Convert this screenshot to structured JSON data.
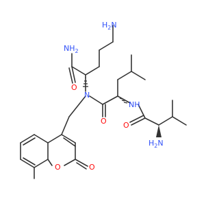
{
  "colors": {
    "bond": "#333333",
    "nitrogen": "#3050F8",
    "oxygen": "#FF0D0D",
    "background": "#FFFFFF"
  },
  "labels": {
    "amine_top": {
      "main": "H",
      "sub": "2",
      "tail": "N"
    },
    "amide_nh2": {
      "main": "NH",
      "sub": "2"
    },
    "o_amide": "O",
    "n_tertiary": "N",
    "o_leu_amide": "O",
    "nh_leu": "NH",
    "o_val_amide": "O",
    "val_nh2": {
      "main": "H",
      "sub": "2",
      "tail": "N"
    },
    "o_ring": "O",
    "o_lactone": "O"
  }
}
